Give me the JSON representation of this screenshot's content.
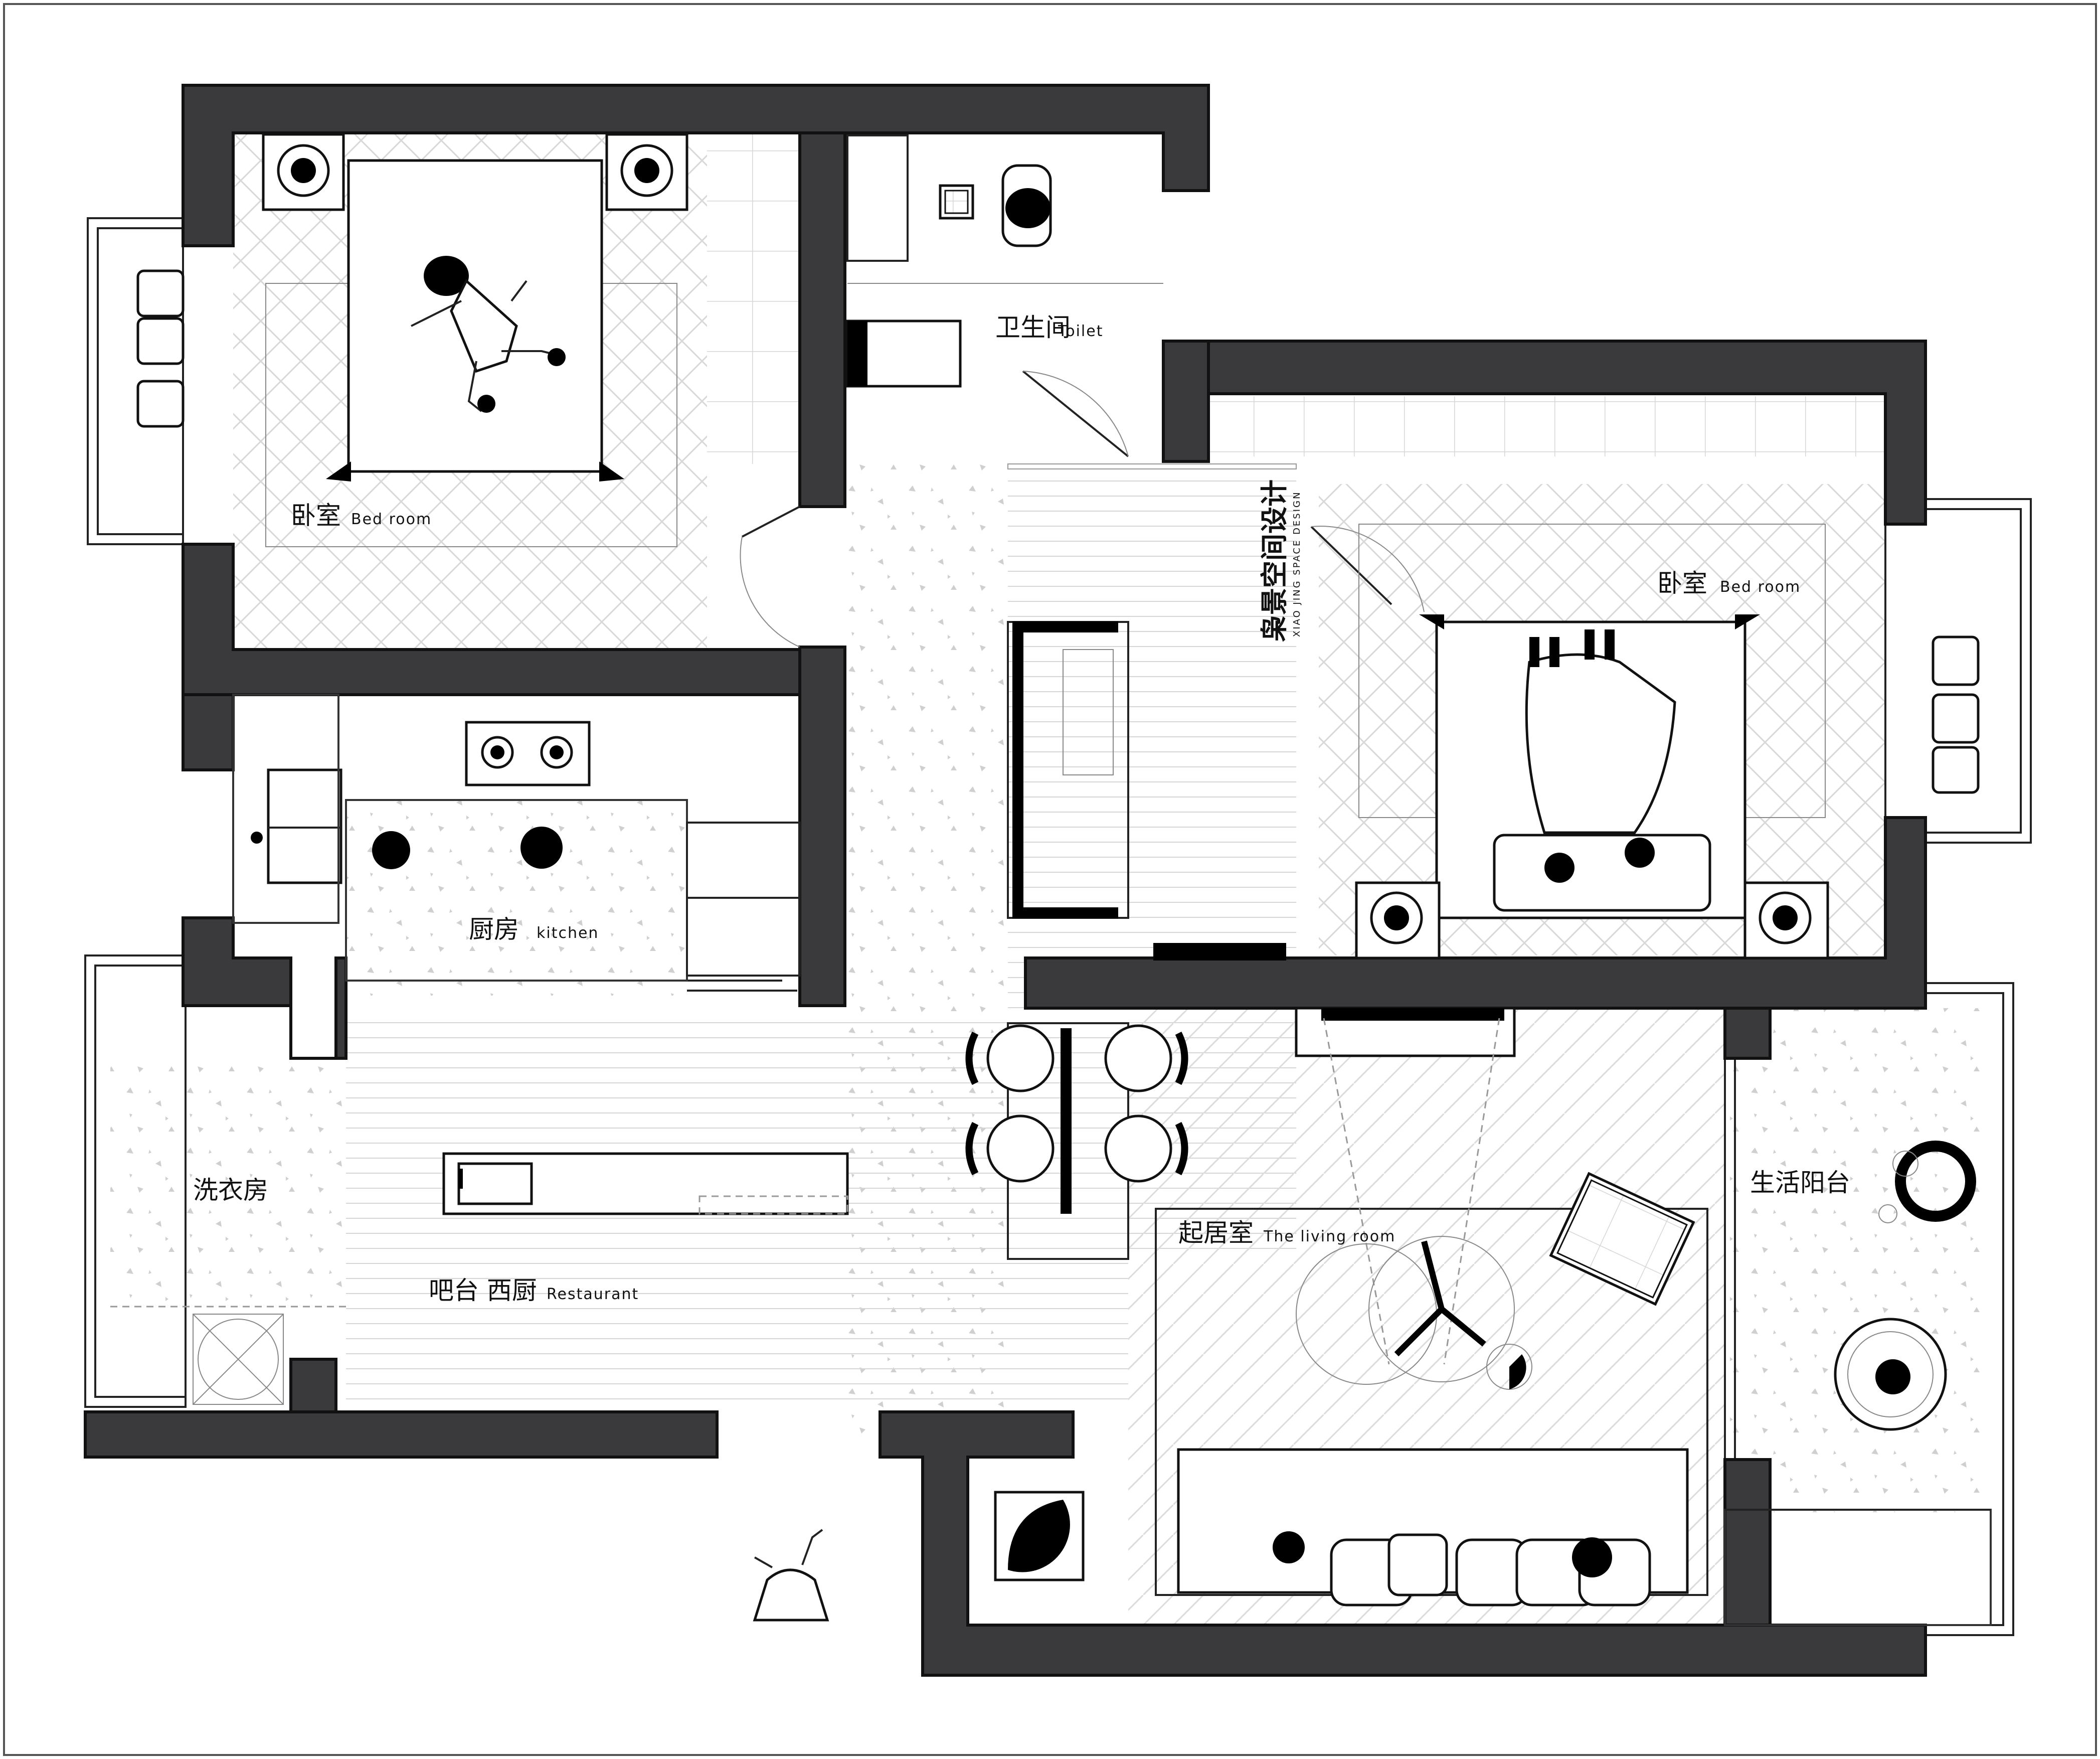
{
  "rooms": {
    "bedroom_1": {
      "cn": "卧室",
      "en": "Bed room"
    },
    "toilet": {
      "cn": "卫生间",
      "en": "Toilet"
    },
    "bedroom_2": {
      "cn": "卧室",
      "en": "Bed room"
    },
    "kitchen": {
      "cn": "厨房",
      "en": "kitchen"
    },
    "laundry": {
      "cn": "洗衣房"
    },
    "balcony": {
      "cn": "生活阳台"
    },
    "living": {
      "cn": "起居室",
      "en": "The living room"
    },
    "restaurant": {
      "cn": "吧台  西厨",
      "en": "Restaurant"
    }
  },
  "logo": {
    "cn": "枭景空间设计",
    "en": "XIAO JING SPACE DESIGN"
  },
  "colors": {
    "wall": "#3a3a3c",
    "background": "#ffffff",
    "lines": "#222222"
  }
}
